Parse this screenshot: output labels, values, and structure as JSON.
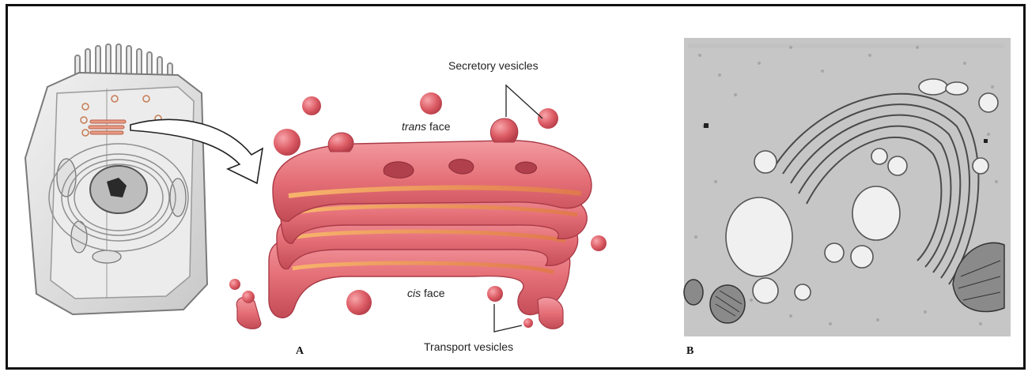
{
  "figure": {
    "labels": {
      "secretory_vesicles": "Secretory vesicles",
      "trans_italic": "trans",
      "trans_rest": " face",
      "cis_italic": "cis",
      "cis_rest": " face",
      "transport_vesicles": "Transport vesicles"
    },
    "panels": {
      "a": "A",
      "b": "B"
    },
    "colors": {
      "golgi_membrane": "#e56f77",
      "golgi_dark": "#b9404d",
      "golgi_lumen": "#f4a25f",
      "vesicle": "#dd5c65",
      "cell_gray": "#d9d9d9",
      "micrograph_bg": "#c8c8c8",
      "frame": "#111111"
    }
  }
}
